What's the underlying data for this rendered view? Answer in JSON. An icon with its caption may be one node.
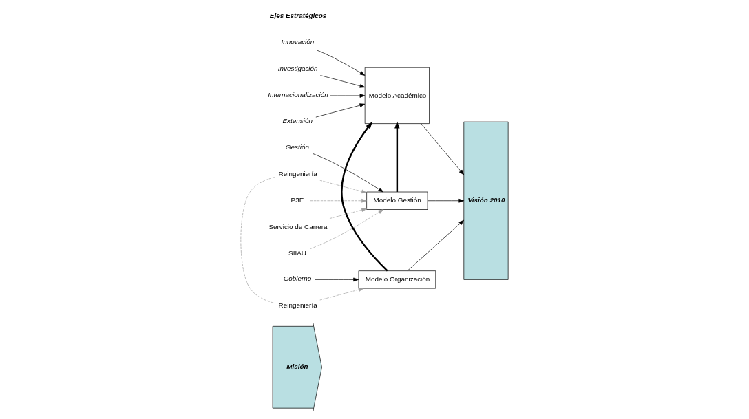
{
  "diagram": {
    "nodes": [
      {
        "text": [
          "Misión"
        ]
      },
      {
        "text": [
          "Gestión"
        ]
      },
      {
        "text": [
          "Innovación"
        ]
      },
      {
        "text": [
          "Investigación"
        ]
      },
      {
        "text": [
          "Internacionalización"
        ]
      },
      {
        "text": [
          "Extensión"
        ]
      },
      {
        "text": [
          "Gobierno"
        ]
      },
      {
        "text": [
          "P3E"
        ]
      },
      {
        "text": [
          "Servicio de Carrera"
        ]
      },
      {
        "text": [
          "SIIAU"
        ]
      },
      {
        "text": [
          "Modelo Gestión"
        ]
      },
      {
        "text": [
          "Modelo Académico"
        ]
      },
      {
        "text": [
          "Modelo Organización"
        ]
      },
      {
        "text": [
          "Visión 2010"
        ]
      },
      {
        "text": [
          "Reingeniería"
        ]
      },
      {
        "text": [
          "Reingeniería"
        ]
      }
    ],
    "edges": [
      {
        "from": 1,
        "to": 10,
        "arrow": "to"
      },
      {
        "from": 2,
        "to": 11,
        "arrow": "to"
      },
      {
        "from": 3,
        "to": 11,
        "arrow": "to"
      },
      {
        "from": 4,
        "to": 11,
        "arrow": "to"
      },
      {
        "from": 5,
        "to": 11,
        "arrow": "to"
      },
      {
        "from": 6,
        "to": 12,
        "arrow": "to"
      },
      {
        "from": 7,
        "to": 10,
        "arrow": "to",
        "style": "dashed",
        "color": "#a0a0a0"
      },
      {
        "from": 8,
        "to": 10,
        "arrow": "to",
        "style": "dashed",
        "color": "#a0a0a0"
      },
      {
        "from": 9,
        "to": 10,
        "arrow": "to",
        "style": "dashed",
        "color": "#a0a0a0"
      },
      {
        "from": 10,
        "to": 11,
        "arrow": "to",
        "style": "thick"
      },
      {
        "from": 12,
        "to": 11,
        "arrow": "to",
        "style": "thick"
      },
      {
        "from": 10,
        "to": 13,
        "arrow": "to"
      },
      {
        "from": 11,
        "to": 13,
        "arrow": "to"
      },
      {
        "from": 12,
        "to": 13,
        "arrow": "to"
      },
      {
        "from": 14,
        "to": 10,
        "arrow": "to",
        "style": "dashed",
        "color": "#a0a0a0"
      },
      {
        "from": 15,
        "to": 12,
        "arrow": "to",
        "style": "dashed",
        "color": "#a0a0a0"
      },
      {
        "from": 14,
        "to": 15,
        "arrow": "none",
        "style": "dashed",
        "color": "#a0a0a0"
      }
    ],
    "labels": [
      "Ejes Estratégicos"
    ]
  }
}
